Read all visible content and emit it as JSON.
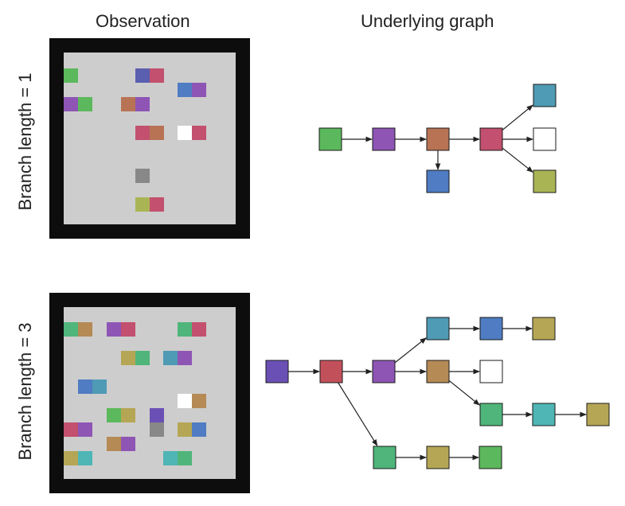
{
  "headings": {
    "observation": "Observation",
    "graph": "Underlying graph"
  },
  "rows": [
    {
      "label": "Branch length = 1",
      "observation_tiles": [
        {
          "color": "#5cb85c"
        },
        {
          "color": "#5a5fb0"
        },
        {
          "color": "#c2506e"
        },
        {
          "color": "#4f7cc2"
        },
        {
          "color": "#8e55b5"
        },
        {
          "color": "#8e55b5"
        },
        {
          "color": "#5cb85c"
        },
        {
          "color": "#b87355"
        },
        {
          "color": "#8e55b5"
        },
        {
          "color": "#c2506e"
        },
        {
          "color": "#b87355"
        },
        {
          "color": "#ffffff"
        },
        {
          "color": "#c2506e"
        },
        {
          "color": "#888888"
        },
        {
          "color": "#a9b555"
        },
        {
          "color": "#c2506e"
        }
      ],
      "graph_nodes": [
        {
          "color": "#5cb85c"
        },
        {
          "color": "#8e55b5"
        },
        {
          "color": "#b87355"
        },
        {
          "color": "#4f7cc2"
        },
        {
          "color": "#c2506e"
        },
        {
          "color": "#4f9ab5"
        },
        {
          "color": "#ffffff"
        },
        {
          "color": "#a9b555"
        }
      ]
    },
    {
      "label": "Branch length = 3",
      "observation_tiles": [
        {
          "color": "#4fb57a"
        },
        {
          "color": "#b58a55"
        },
        {
          "color": "#8e55b5"
        },
        {
          "color": "#c2506e"
        },
        {
          "color": "#4fb57a"
        },
        {
          "color": "#c2506e"
        },
        {
          "color": "#b5a655"
        },
        {
          "color": "#4fb57a"
        },
        {
          "color": "#4f9ab5"
        },
        {
          "color": "#8e55b5"
        },
        {
          "color": "#4f7cc2"
        },
        {
          "color": "#4f9ab5"
        },
        {
          "color": "#ffffff"
        },
        {
          "color": "#b58a55"
        },
        {
          "color": "#5cb85c"
        },
        {
          "color": "#b5a655"
        },
        {
          "color": "#6a50b5"
        },
        {
          "color": "#c2506e"
        },
        {
          "color": "#8e55b5"
        },
        {
          "color": "#888888"
        },
        {
          "color": "#b5a655"
        },
        {
          "color": "#4f7cc2"
        },
        {
          "color": "#b58a55"
        },
        {
          "color": "#8e55b5"
        },
        {
          "color": "#b5a655"
        },
        {
          "color": "#4fb5b5"
        },
        {
          "color": "#4fb5b5"
        },
        {
          "color": "#4fb57a"
        }
      ],
      "graph_nodes": [
        {
          "color": "#6a50b5"
        },
        {
          "color": "#c2505a"
        },
        {
          "color": "#8e55b5"
        },
        {
          "color": "#4fb57a"
        },
        {
          "color": "#b5a655"
        },
        {
          "color": "#5cb85c"
        },
        {
          "color": "#4f9ab5"
        },
        {
          "color": "#4f7cc2"
        },
        {
          "color": "#b5a655"
        },
        {
          "color": "#b58a55"
        },
        {
          "color": "#ffffff"
        },
        {
          "color": "#4fb57a"
        },
        {
          "color": "#4fb5b5"
        },
        {
          "color": "#b5a655"
        }
      ]
    }
  ]
}
